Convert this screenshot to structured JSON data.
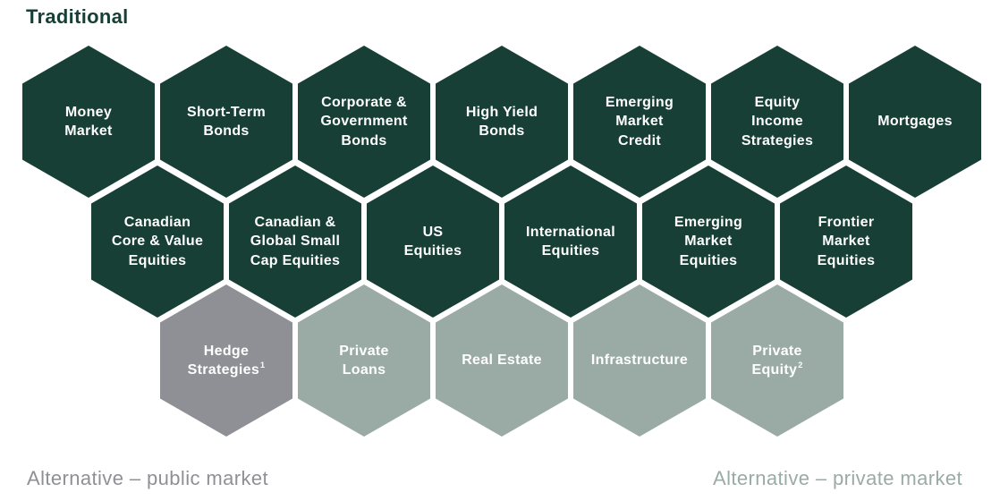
{
  "headings": {
    "traditional": "Traditional",
    "alt_public": "Alternative – public market",
    "alt_private": "Alternative – private market"
  },
  "colors": {
    "traditional": "#173f36",
    "alt_public": "#8f9095",
    "alt_private": "#9aaba6"
  },
  "hexes": [
    {
      "lines": [
        "Money",
        "Market"
      ],
      "category": "traditional"
    },
    {
      "lines": [
        "Short-Term",
        "Bonds"
      ],
      "category": "traditional"
    },
    {
      "lines": [
        "Corporate &",
        "Government",
        "Bonds"
      ],
      "category": "traditional"
    },
    {
      "lines": [
        "High Yield",
        "Bonds"
      ],
      "category": "traditional"
    },
    {
      "lines": [
        "Emerging",
        "Market",
        "Credit"
      ],
      "category": "traditional"
    },
    {
      "lines": [
        "Equity",
        "Income",
        "Strategies"
      ],
      "category": "traditional"
    },
    {
      "lines": [
        "Mortgages"
      ],
      "category": "traditional"
    },
    {
      "lines": [
        "Canadian",
        "Core & Value",
        "Equities"
      ],
      "category": "traditional"
    },
    {
      "lines": [
        "Canadian &",
        "Global Small",
        "Cap Equities"
      ],
      "category": "traditional"
    },
    {
      "lines": [
        "US",
        "Equities"
      ],
      "category": "traditional"
    },
    {
      "lines": [
        "International",
        "Equities"
      ],
      "category": "traditional"
    },
    {
      "lines": [
        "Emerging",
        "Market",
        "Equities"
      ],
      "category": "traditional"
    },
    {
      "lines": [
        "Frontier",
        "Market",
        "Equities"
      ],
      "category": "traditional"
    },
    {
      "lines": [
        "Hedge",
        "Strategies"
      ],
      "sup": "1",
      "category": "alt_public"
    },
    {
      "lines": [
        "Private",
        "Loans"
      ],
      "category": "alt_private"
    },
    {
      "lines": [
        "Real Estate"
      ],
      "category": "alt_private"
    },
    {
      "lines": [
        "Infrastructure"
      ],
      "category": "alt_private"
    },
    {
      "lines": [
        "Private",
        "Equity"
      ],
      "sup": "2",
      "category": "alt_private"
    }
  ]
}
